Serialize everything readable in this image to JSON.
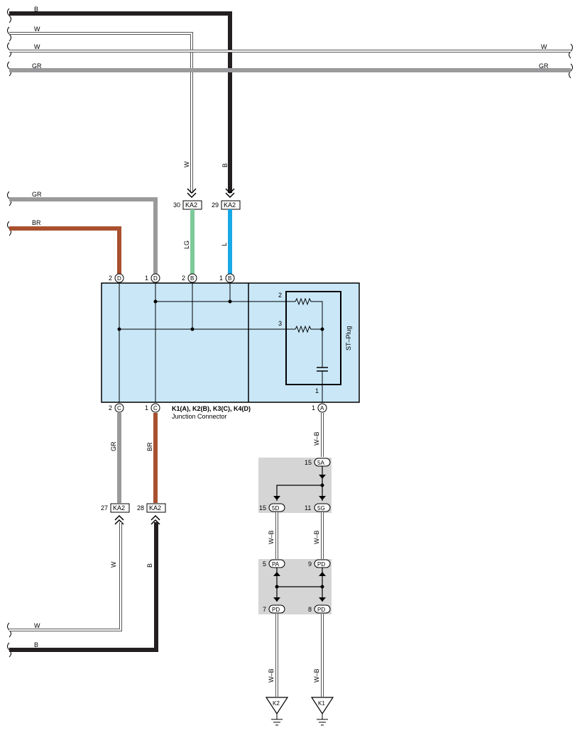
{
  "top_wires": {
    "b": "B",
    "w1": "W",
    "w2": "W",
    "w2_right": "W",
    "gr": "GR",
    "gr_right": "GR"
  },
  "left_wires": {
    "gr": "GR",
    "br": "BR",
    "w_bottom": "W",
    "b_bottom": "B"
  },
  "vertical_labels": {
    "w_top": "W",
    "b_top": "B",
    "lg": "LG",
    "l": "L",
    "gr_low": "GR",
    "br_low": "BR",
    "w_low": "W",
    "b_low": "B",
    "wb_a": "W–B",
    "wb_5d": "W–B",
    "wb_5g": "W–B",
    "wb_k2": "W–B",
    "wb_k1": "W–B"
  },
  "connectors": {
    "ka2": "KA2",
    "pin30": "30",
    "pin29": "29",
    "pin27": "27",
    "pin28": "28"
  },
  "junction": {
    "title": "K1(A), K2(B), K3(C), K4(D)",
    "subtitle": "Junction Connector",
    "top_pins": [
      {
        "num": "2",
        "letter": "D"
      },
      {
        "num": "1",
        "letter": "D"
      },
      {
        "num": "2",
        "letter": "B"
      },
      {
        "num": "1",
        "letter": "B"
      }
    ],
    "bottom_pins": [
      {
        "num": "2",
        "letter": "C"
      },
      {
        "num": "1",
        "letter": "C"
      },
      {
        "num": "1",
        "letter": "A"
      }
    ]
  },
  "st_plug": {
    "label": "ST–Plug",
    "pin2": "2",
    "pin3": "3",
    "pin1": "1"
  },
  "j_connectors": {
    "p15_5a": "15",
    "c5a": "5A",
    "p15_5d": "15",
    "c5d": "5D",
    "p11_5g": "11",
    "c5g": "5G",
    "p5_pa": "5",
    "cpa": "PA",
    "p9_pd": "9",
    "cpd1": "PD",
    "p7_pd": "7",
    "cpd2": "PD",
    "p8_pd": "8",
    "cpd3": "PD"
  },
  "grounds": {
    "k2": "K2",
    "k1": "K1"
  },
  "colors": {
    "black": "#231f20",
    "gray": "#9a9a9c",
    "brown": "#a9502f",
    "light_green": "#7dc99a",
    "blue": "#19a9e6",
    "box_fill": "#c9e7f7",
    "shade": "#d5d5d6"
  }
}
